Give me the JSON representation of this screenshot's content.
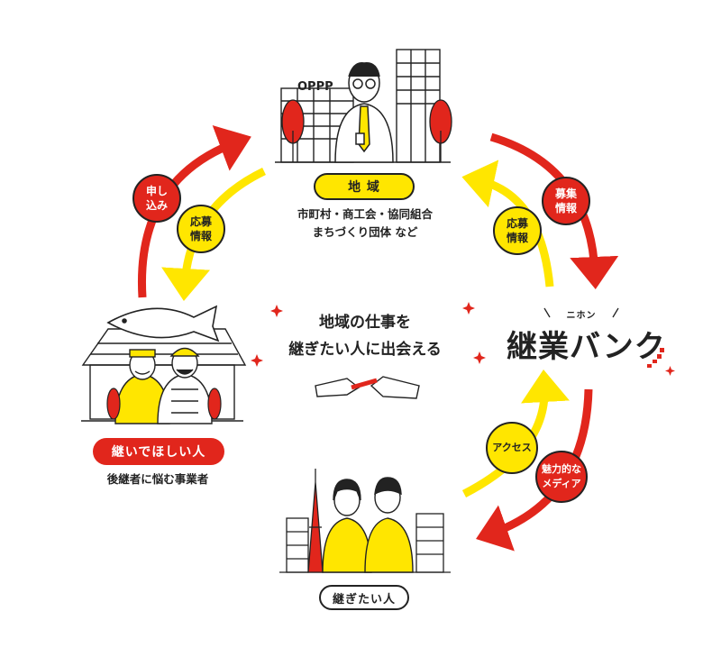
{
  "colors": {
    "red": "#e1261c",
    "yellow": "#ffe600",
    "ink": "#222222"
  },
  "nodes": {
    "region": {
      "label": "地 域",
      "desc_line1": "市町村・商工会・協同組合",
      "desc_line2": "まちづくり団体 など"
    },
    "successor_wanted": {
      "label": "継いでほしい人",
      "desc": "後継者に悩む事業者"
    },
    "want_to_inherit": {
      "label": "継ぎたい人"
    }
  },
  "center": {
    "line1": "地域の仕事を",
    "line2": "継ぎたい人に出会える"
  },
  "logo": {
    "kana": "ニホン",
    "name": "継業バンク"
  },
  "badges": {
    "apply": {
      "line1": "申し",
      "line2": "込み"
    },
    "info_left": {
      "line1": "応募",
      "line2": "情報"
    },
    "recruit": {
      "line1": "募集",
      "line2": "情報"
    },
    "info_right": {
      "line1": "応募",
      "line2": "情報"
    },
    "access": {
      "line1": "アクセス"
    },
    "media": {
      "line1": "魅力的な",
      "line2": "メディア"
    }
  },
  "icons": [
    "office-building-icon",
    "tree-icon",
    "man-with-tie-icon",
    "fish-shop-icon",
    "fish-icon",
    "shopkeeper-icon",
    "city-skyline-icon",
    "tokyo-tower-icon",
    "young-people-icon",
    "handshake-icon",
    "japan-map-icon",
    "sparkle-icon"
  ]
}
